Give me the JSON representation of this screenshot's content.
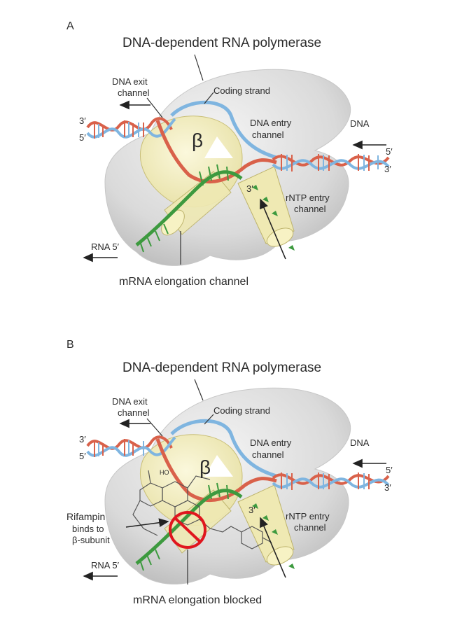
{
  "panels": [
    {
      "letter": "A",
      "title": "DNA-dependent RNA polymerase",
      "dna_exit": [
        "DNA exit",
        "channel"
      ],
      "coding_strand": "Coding strand",
      "dna_entry": [
        "DNA entry",
        "channel"
      ],
      "dna": "DNA",
      "beta": "β",
      "left_3": "3′",
      "left_5": "5′",
      "right_5": "5′",
      "right_3": "3′",
      "rna_3": "3′",
      "rntp_entry": [
        "rNTP entry",
        "channel"
      ],
      "rna": "RNA 5′",
      "bottom": "mRNA elongation channel"
    },
    {
      "letter": "B",
      "title": "DNA-dependent RNA polymerase",
      "dna_exit": [
        "DNA exit",
        "channel"
      ],
      "coding_strand": "Coding strand",
      "dna_entry": [
        "DNA entry",
        "channel"
      ],
      "dna": "DNA",
      "beta": "β",
      "left_3": "3′",
      "left_5": "5′",
      "right_5": "5′",
      "right_3": "3′",
      "rna_3": "3′",
      "rntp_entry": [
        "rNTP entry",
        "channel"
      ],
      "rna": "RNA 5′",
      "bottom": "mRNA elongation blocked",
      "rifampin": "Rifampin",
      "binds": [
        "binds to",
        "β-subunit"
      ],
      "molecule_label": "HO"
    }
  ],
  "colors": {
    "blob": "#dcdcdc",
    "beta_fill": "#f3efbf",
    "strand_red": "#d9614a",
    "strand_blue": "#7fb5e0",
    "rna_green": "#3d9a3f",
    "forbidden": "#e0161e"
  }
}
